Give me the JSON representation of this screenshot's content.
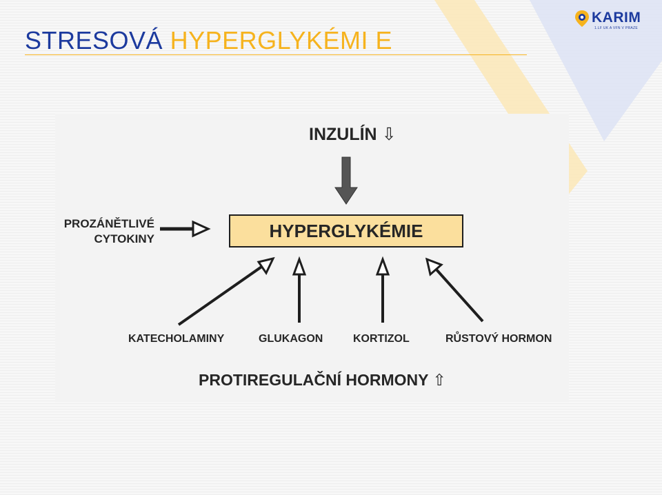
{
  "slide": {
    "title_part1": "STRESOVÁ",
    "title_part2": "HYPERGLYKÉMI E"
  },
  "logo": {
    "name": "KARIM",
    "subtitle": "1.LF UK A VFN V PRAZE",
    "icon": "location-pin-icon"
  },
  "diagram": {
    "top_label": "INZULÍN",
    "top_indicator": "⇩",
    "center_box": "HYPERGLYKÉMIE",
    "left_label_line1": "PROZÁNĚTLIVÉ",
    "left_label_line2": "CYTOKINY",
    "bottom_labels": [
      "KATECHOLAMINY",
      "GLUKAGON",
      "KORTIZOL",
      "RŮSTOVÝ HORMON"
    ],
    "footer_label": "PROTIREGULAČNÍ HORMONY",
    "footer_indicator": "⇧",
    "colors": {
      "box_fill": "#fbdf9d",
      "title_blue": "#1c3a9e",
      "title_orange": "#f6b31e",
      "arrow_dark": "#1e1e1e",
      "arrow_gray": "#555555"
    }
  }
}
